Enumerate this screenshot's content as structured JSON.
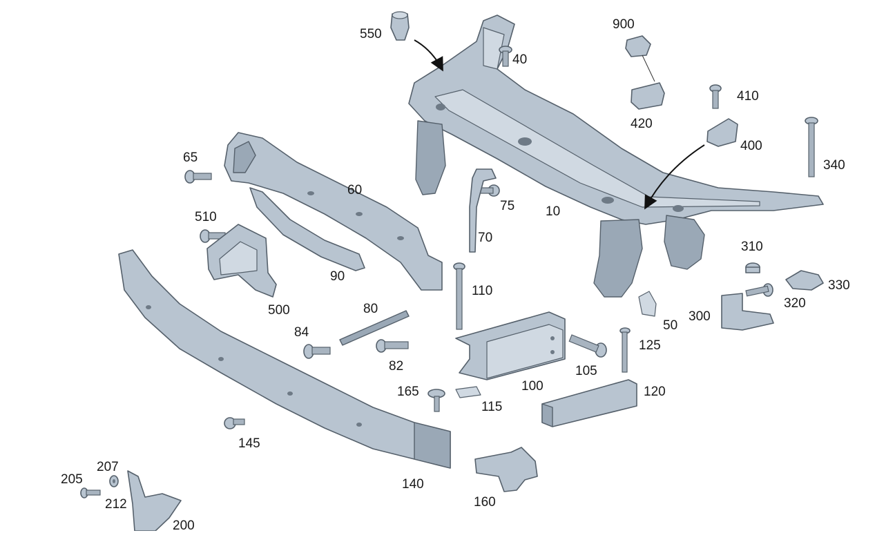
{
  "diagram": {
    "callouts": [
      "550",
      "40",
      "900",
      "410",
      "420",
      "400",
      "340",
      "65",
      "60",
      "10",
      "75",
      "70",
      "510",
      "90",
      "310",
      "330",
      "320",
      "110",
      "500",
      "80",
      "300",
      "50",
      "84",
      "125",
      "82",
      "105",
      "100",
      "165",
      "115",
      "120",
      "145",
      "140",
      "207",
      "205",
      "212",
      "200",
      "160"
    ]
  }
}
